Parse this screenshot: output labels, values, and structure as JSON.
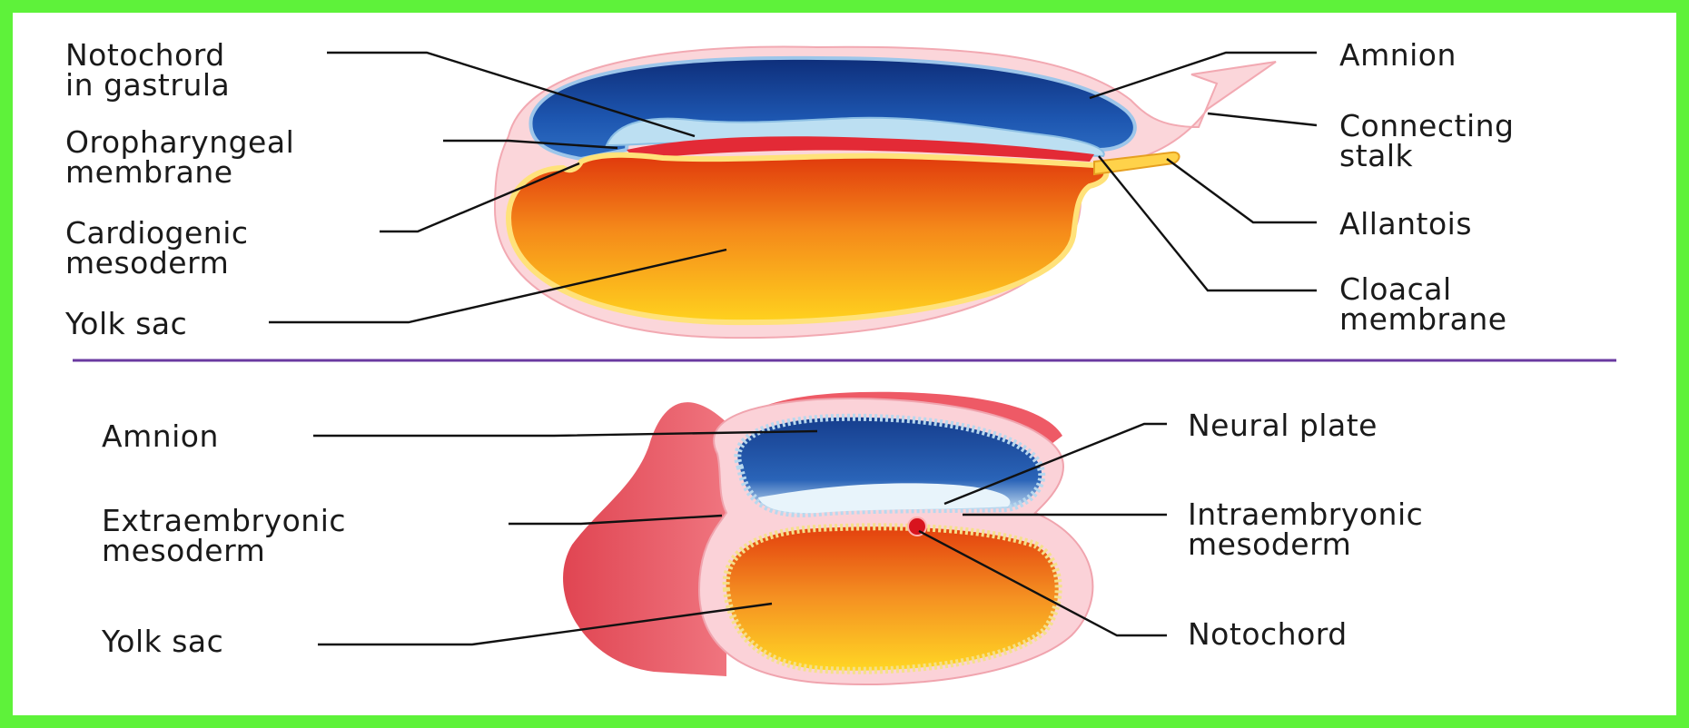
{
  "frame_color": "#5ef23a",
  "divider_color": "#6a3aa0",
  "top": {
    "labels": {
      "notochord_l1": "Notochord",
      "notochord_l2": "in gastrula",
      "oro_l1": "Oropharyngeal",
      "oro_l2": "membrane",
      "cardio_l1": "Cardiogenic",
      "cardio_l2": "mesoderm",
      "yolk": "Yolk sac",
      "amnion": "Amnion",
      "stalk_l1": "Connecting",
      "stalk_l2": "stalk",
      "allantois": "Allantois",
      "cloacal_l1": "Cloacal",
      "cloacal_l2": "membrane"
    }
  },
  "bottom": {
    "labels": {
      "amnion": "Amnion",
      "extra_l1": "Extraembryonic",
      "extra_l2": "mesoderm",
      "yolk": "Yolk sac",
      "neural": "Neural plate",
      "intra_l1": "Intraembryonic",
      "intra_l2": "mesoderm",
      "notochord": "Notochord"
    }
  }
}
